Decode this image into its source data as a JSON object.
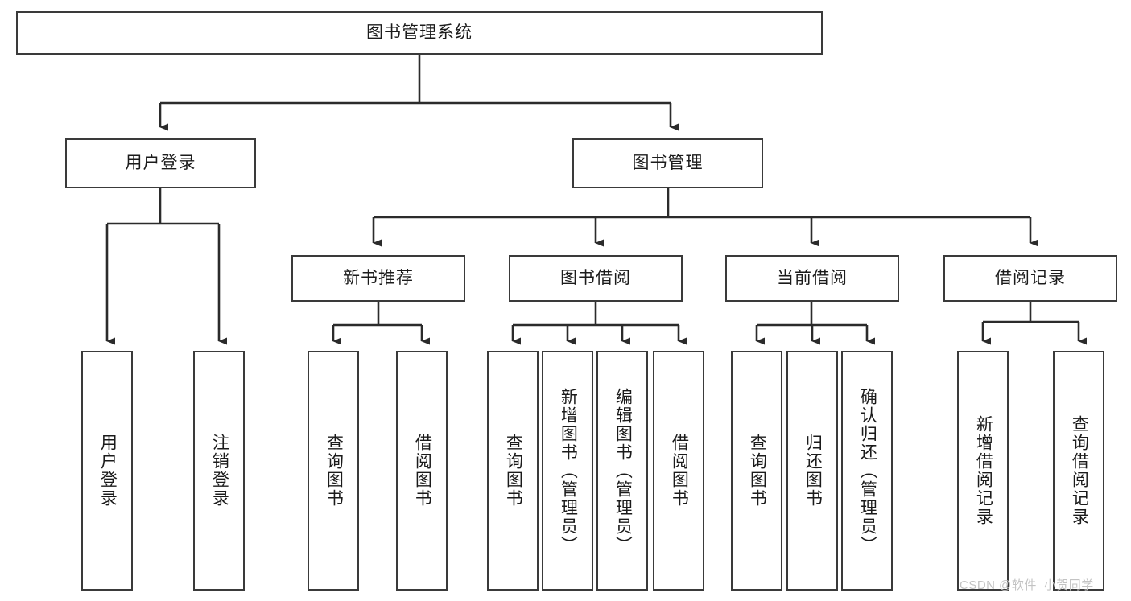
{
  "diagram": {
    "title": "图书管理系统",
    "type": "tree-hierarchy-diagram",
    "colors": {
      "box_border": "#3a3a3a",
      "box_fill": "#ffffff",
      "connector": "#2b2b2b",
      "text": "#1b1b1b",
      "watermark": "#c3c3c3"
    },
    "nodes": {
      "root": {
        "label": "图书管理系统"
      },
      "level1": [
        {
          "label": "用户登录"
        },
        {
          "label": "图书管理"
        }
      ],
      "level2": [
        {
          "label": "新书推荐"
        },
        {
          "label": "图书借阅"
        },
        {
          "label": "当前借阅"
        },
        {
          "label": "借阅记录"
        }
      ],
      "leaves_user_login": [
        {
          "label": "用户登录"
        },
        {
          "label": "注销登录"
        }
      ],
      "leaves_new_book": [
        {
          "label": "查询图书"
        },
        {
          "label": "借阅图书"
        }
      ],
      "leaves_borrow": [
        {
          "label": "查询图书"
        },
        {
          "label": "新增图书（管理员）"
        },
        {
          "label": "编辑图书（管理员）"
        },
        {
          "label": "借阅图书"
        }
      ],
      "leaves_current": [
        {
          "label": "查询图书"
        },
        {
          "label": "归还图书"
        },
        {
          "label": "确认归还（管理员）"
        }
      ],
      "leaves_records": [
        {
          "label": "新增借阅记录"
        },
        {
          "label": "查询借阅记录"
        }
      ]
    },
    "watermark": "CSDN @软件_小贺同学"
  }
}
